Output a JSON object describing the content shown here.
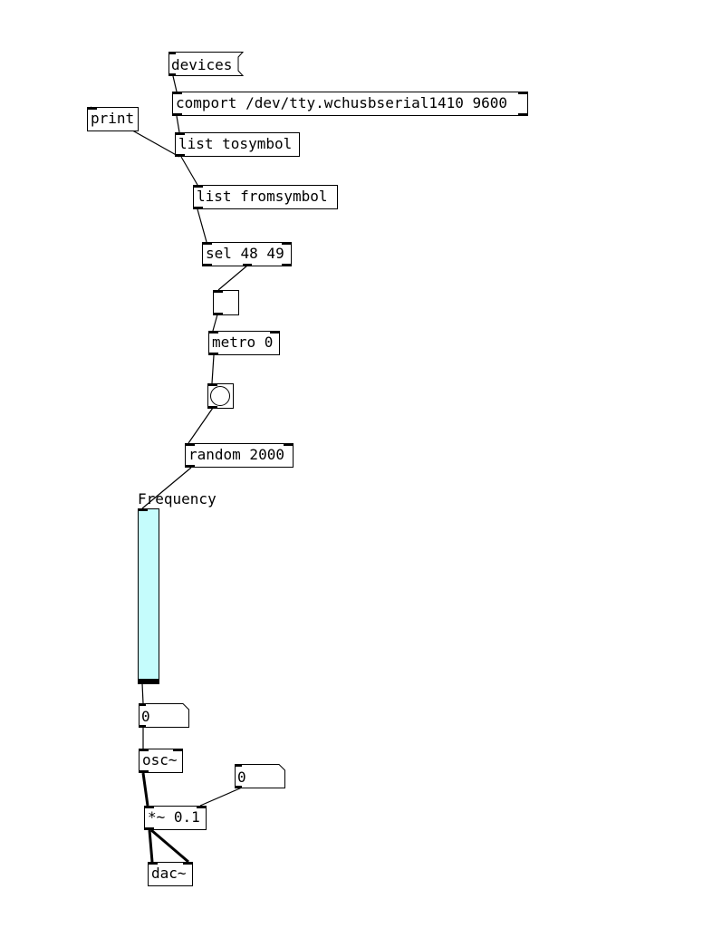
{
  "patch": {
    "message_devices": "devices",
    "comport": "comport /dev/tty.wchusbserial1410 9600",
    "print": "print",
    "list_tosymbol": "list tosymbol",
    "list_fromsymbol": "list fromsymbol",
    "sel": "sel 48 49",
    "metro": "metro 0",
    "random": "random 2000",
    "slider_label": "Frequency",
    "numbox_freq": "0",
    "osc": "osc~",
    "numbox_amp": "0",
    "multiply": "*~ 0.1",
    "dac": "dac~"
  },
  "slider": {
    "value_fraction": 0.0,
    "color": "#c5fcfc"
  },
  "toggle": {
    "on": false
  },
  "colors": {
    "background": "#ffffff",
    "stroke": "#000000"
  }
}
